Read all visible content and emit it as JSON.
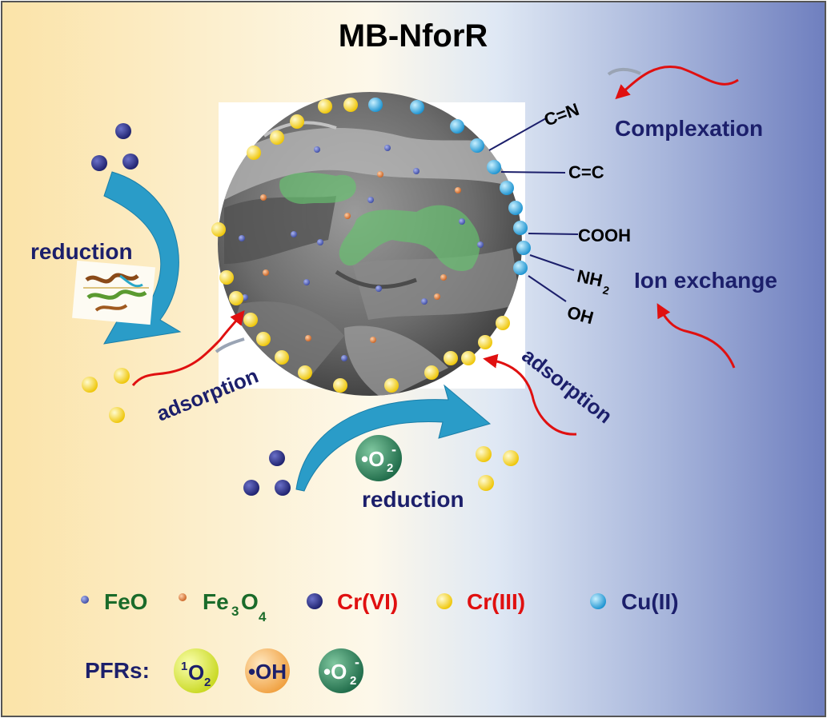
{
  "title": "MB-NforR",
  "labels": {
    "reduction_left": "reduction",
    "reduction_bottom": "reduction",
    "adsorption_left": "adsorption",
    "adsorption_right": "adsorption",
    "complexation": "Complexation",
    "ion_exchange": "Ion exchange"
  },
  "functional_groups": {
    "cn": "C=N",
    "cc": "C=C",
    "cooh": "COOH",
    "nh2_main": "NH",
    "nh2_sub": "2",
    "oh": "OH"
  },
  "legend": {
    "feo": "FeO",
    "fe3o4_a": "Fe",
    "fe3o4_b": "3",
    "fe3o4_c": "O",
    "fe3o4_d": "4",
    "cr6": "Cr(VI)",
    "cr3": "Cr(III)",
    "cu2": "Cu(II)"
  },
  "pfrs": {
    "label": "PFRs:",
    "singlet_sup": "1",
    "singlet_main": "O",
    "singlet_sub": "2",
    "oh": "•OH",
    "superoxide_main": "•O",
    "superoxide_sub": "2",
    "superoxide_sup": "-"
  },
  "colors": {
    "navy": "#1c1f6b",
    "green_text": "#1a6b2a",
    "red_text": "#e01010",
    "cr6": "#2a2f7a",
    "cr3": "#f2d21a",
    "cu2": "#2aa8df",
    "feo": "#5a6bb8",
    "fe3o4": "#d87a3c",
    "arrow_blue": "#2a9cc8",
    "arrow_red": "#e01010"
  }
}
